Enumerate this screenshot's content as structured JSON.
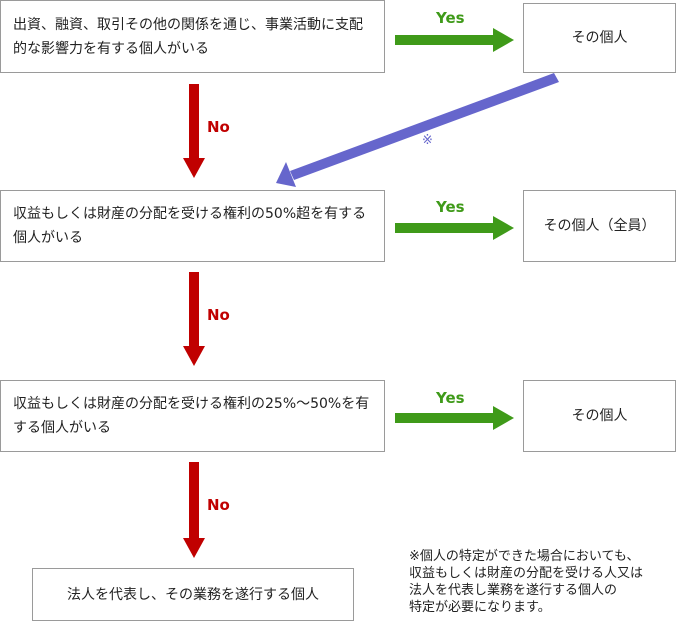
{
  "boxes": {
    "q1": "出資、融資、取引その他の関係を通じ、事業活動に支配的な影響力を有する個人がいる",
    "q1_result": "その個人",
    "q2": "収益もしくは財産の分配を受ける権利の50%超を有する個人がいる",
    "q2_result": "その個人（全員）",
    "q3": "収益もしくは財産の分配を受ける権利の25%～50%を有する個人がいる",
    "q3_result": "その個人",
    "final": "法人を代表し、その業務を遂行する個人"
  },
  "labels": {
    "yes": "Yes",
    "no": "No",
    "mark": "※"
  },
  "note": "※個人の特定ができた場合においても、\n収益もしくは財産の分配を受ける人又は\n法人を代表し業務を遂行する個人の\n特定が必要になります。",
  "colors": {
    "yes_arrow": "#3f9a19",
    "no_arrow": "#c00000",
    "return_arrow": "#6666cc",
    "border": "#9a9a9a"
  }
}
